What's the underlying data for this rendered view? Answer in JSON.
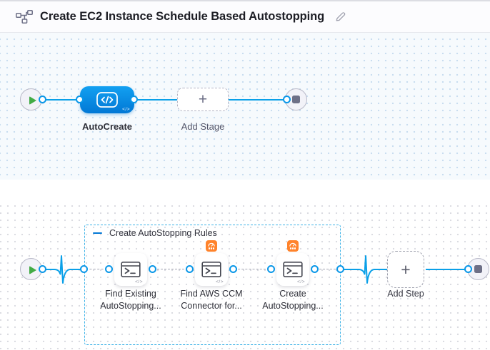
{
  "header": {
    "title": "Create EC2 Instance Schedule Based Autostopping"
  },
  "stage_pipeline": {
    "stage_label": "AutoCreate",
    "add_stage_label": "Add Stage",
    "plus": "+"
  },
  "execution": {
    "group_label": "Create AutoStopping Rules",
    "steps": [
      {
        "line1": "Find Existing",
        "line2": "AutoStopping...",
        "badge": false
      },
      {
        "line1": "Find AWS CCM",
        "line2": "Connector for...",
        "badge": true
      },
      {
        "line1": "Create",
        "line2": "AutoStopping...",
        "badge": true
      }
    ],
    "add_step_label": "Add Step",
    "plus": "+"
  },
  "glyphs": {
    "code_subicon": "</>"
  },
  "icons": {
    "header_left": "pipeline-flowchart-icon",
    "title_edit": "edit-pencil-icon",
    "start_node": "play-icon",
    "end_node": "stop-icon",
    "stage_type": "custom-stage-code-icon",
    "step_type": "shell-script-terminal-icon",
    "step_badge": "autostopping-gauge-icon",
    "group_collapse": "collapse-minus-icon",
    "add_buttons": "plus-icon"
  },
  "colors": {
    "line_blue": "#0aa0e8",
    "stage_gradient_start": "#12a0f1",
    "stage_gradient_end": "#0278d5",
    "group_border_blue": "#3eb3e7",
    "badge_orange": "#ff832b",
    "play_green": "#42ab45",
    "node_gray": "#6d6f86",
    "canvas_stage_bg": "#f6fafd",
    "canvas_exec_bg": "#ffffff"
  }
}
